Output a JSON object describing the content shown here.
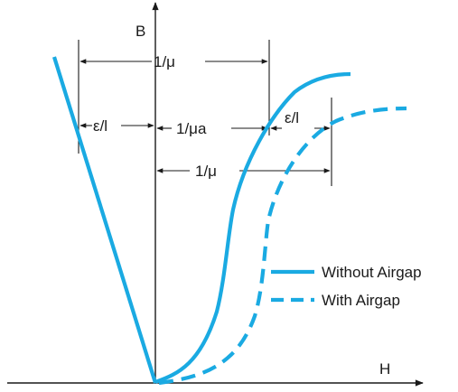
{
  "axes": {
    "y_label": "B",
    "x_label": "H"
  },
  "dimensions": {
    "top_mu": "1/μ",
    "eps_left": "ε/l",
    "mu_a": "1/μa",
    "eps_right": "ε/l",
    "bottom_mu": "1/μ"
  },
  "legend": {
    "without_airgap": "Without Airgap",
    "with_airgap": "With Airgap"
  },
  "colors": {
    "curve": "#1aaae2",
    "ink": "#1a1a1a"
  }
}
